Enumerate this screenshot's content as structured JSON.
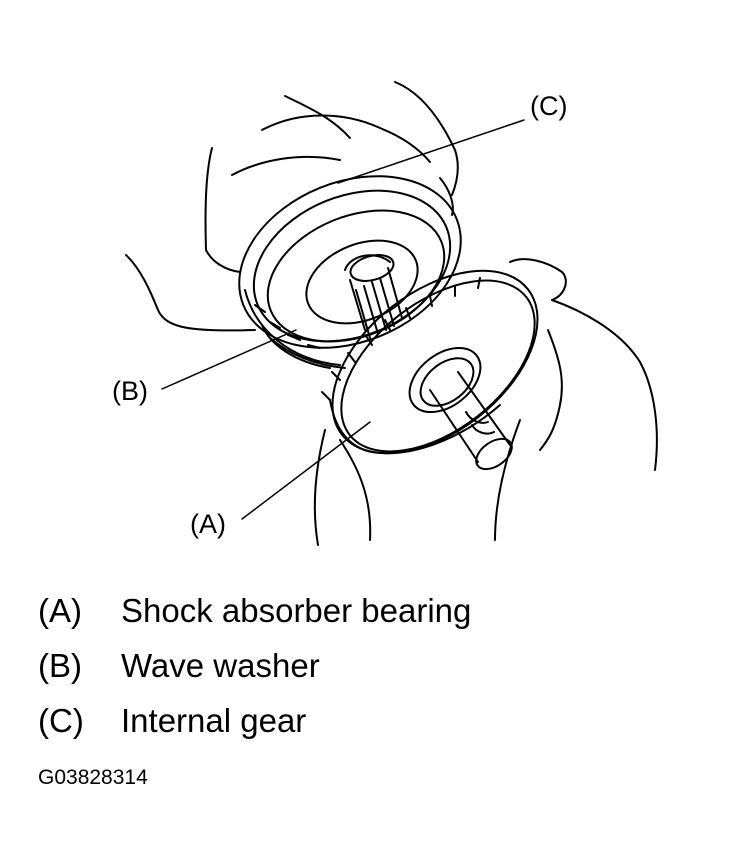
{
  "callouts": {
    "a": "(A)",
    "b": "(B)",
    "c": "(C)"
  },
  "legend": [
    {
      "key": "(A)",
      "text": "Shock absorber bearing"
    },
    {
      "key": "(B)",
      "text": "Wave washer"
    },
    {
      "key": "(C)",
      "text": "Internal gear"
    }
  ],
  "figure_id": "G03828314"
}
